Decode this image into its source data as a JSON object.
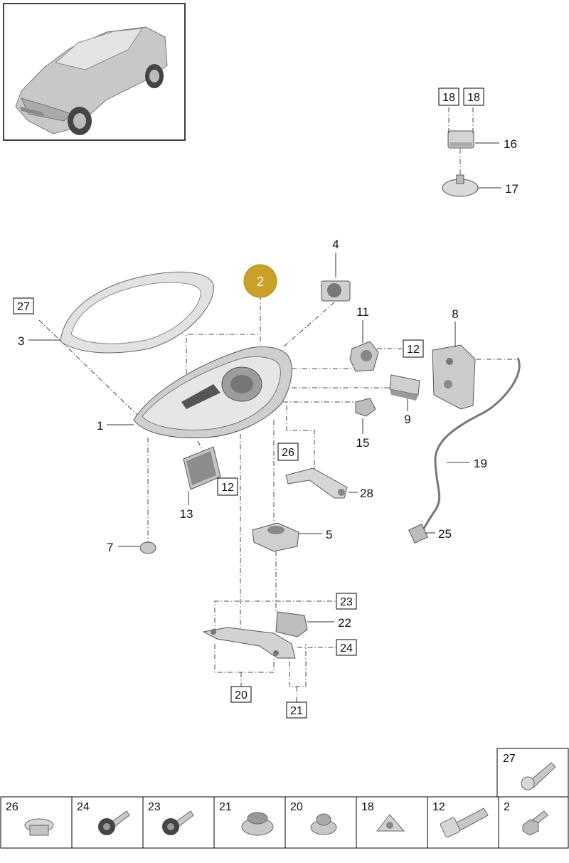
{
  "callout": {
    "label": "2",
    "color": "#c9a227"
  },
  "labels": {
    "p1": "1",
    "p3": "3",
    "p4": "4",
    "p5": "5",
    "p7": "7",
    "p8": "8",
    "p9": "9",
    "p11": "11",
    "p13": "13",
    "p15": "15",
    "p16": "16",
    "p17": "17",
    "p19": "19",
    "p22": "22",
    "p25": "25",
    "p28": "28"
  },
  "boxed_labels": {
    "b18a": "18",
    "b18b": "18",
    "b27": "27",
    "b12a": "12",
    "b12b": "12",
    "b26": "26",
    "b23": "23",
    "b24": "24",
    "b20": "20",
    "b21": "21"
  },
  "parts_tiles": [
    "26",
    "24",
    "23",
    "21",
    "20",
    "18",
    "12",
    "2"
  ],
  "top_tile": "27",
  "colors": {
    "line": "#333333",
    "part_fill": "#d0d0d0",
    "part_dark": "#9a9a9a"
  }
}
